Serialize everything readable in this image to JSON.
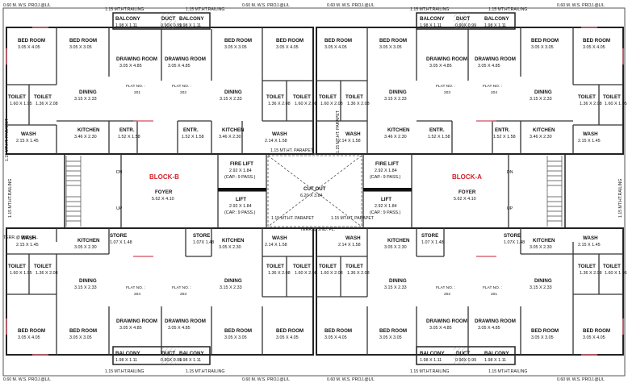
{
  "labels": {
    "proj": "0.60 M. W.S. PROJ.@L/L",
    "rail": "1.15 MT.HT.RAILING",
    "parapet": "1.15 MT.HT. PARAPET",
    "terr": "TERR.@ 2ND. FL.",
    "dn": "DN",
    "up": "UP"
  },
  "blocks": {
    "b": "BLOCK-B",
    "a": "BLOCK-A"
  },
  "rooms": {
    "bed_a": {
      "name": "BED ROOM",
      "dim": "3.05 X 4.05"
    },
    "bed_b": {
      "name": "BED ROOM",
      "dim": "3.05 X 3.05"
    },
    "drawing": {
      "name": "DRAWING ROOM",
      "dim": "3.05 X 4.85"
    },
    "dining": {
      "name": "DINING",
      "dim": "3.15 X 2.33"
    },
    "toilet_a": {
      "name": "TOILET",
      "dim": "1.60 X 1.95"
    },
    "toilet_b": {
      "name": "TOILET",
      "dim": "1.36 X 2.08"
    },
    "toilet_c": {
      "name": "TOILET",
      "dim": "1.60 X 2.08"
    },
    "kitchen_a": {
      "name": "KITCHEN",
      "dim": "3.46 X 2.30"
    },
    "kitchen_b": {
      "name": "KITCHEN",
      "dim": "3.05 X 2.30"
    },
    "wash_a": {
      "name": "WASH",
      "dim": "2.15 X 1.45"
    },
    "wash_b": {
      "name": "WASH",
      "dim": "2.14 X 1.58"
    },
    "entr": {
      "name": "ENTR.",
      "dim": "1.52 X 1.58"
    },
    "balcony": {
      "name": "BALCONY",
      "dim": "1.98 X 1.11"
    },
    "duct": {
      "name": "DUCT",
      "dim": "0.90X 0.99"
    },
    "store_a": {
      "name": "STORE",
      "dim": "1.07 X 1.48"
    },
    "store_b": {
      "name": "STORE",
      "dim": "1.07X 1.48"
    },
    "foyer": {
      "name": "FOYER",
      "dim": "5.62 X 4.10"
    },
    "fire_lift": {
      "name": "FIRE LIFT",
      "dim": "2.92 X 1.84",
      "cap": "(CAP.: 9 PASS.)"
    },
    "lift": {
      "name": "LIFT",
      "dim": "2.92 X 1.84",
      "cap": "(CAP.: 9 PASS.)"
    },
    "cutout": {
      "name": "CUT OUT",
      "dim": "6.20 X 3.84"
    }
  },
  "flats": {
    "f201": {
      "label": "FLAT NO. :",
      "num": "201"
    },
    "f202": {
      "label": "FLAT NO. :",
      "num": "202"
    },
    "f203": {
      "label": "FLAT NO. :",
      "num": "203"
    },
    "f204": {
      "label": "FLAT NO. :",
      "num": "204"
    }
  }
}
